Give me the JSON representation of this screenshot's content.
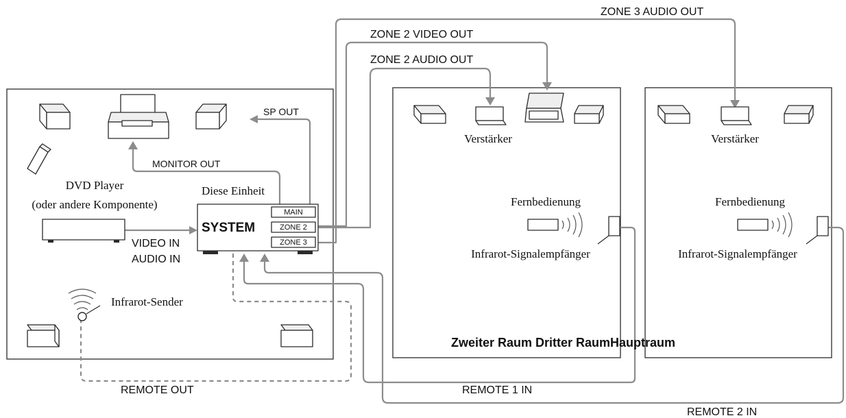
{
  "labels": {
    "zone3_audio_out": "ZONE 3 AUDIO OUT",
    "zone2_video_out": "ZONE 2 VIDEO OUT",
    "zone2_audio_out": "ZONE 2 AUDIO OUT",
    "sp_out": "SP OUT",
    "monitor_out": "MONITOR OUT",
    "video_in": "VIDEO IN",
    "audio_in": "AUDIO IN",
    "remote_out": "REMOTE OUT",
    "remote1_in": "REMOTE 1 IN",
    "remote2_in": "REMOTE 2 IN",
    "dvd_player": "DVD Player",
    "dvd_player_sub": "(oder andere Komponente)",
    "diese_einheit": "Diese Einheit",
    "ir_sender": "Infrarot-Sender",
    "system": "SYSTEM",
    "main": "MAIN",
    "zone2": "ZONE 2",
    "zone3": "ZONE 3"
  },
  "zone2_room": {
    "verstaerker": "Verstärker",
    "fernbedienung": "Fernbedienung",
    "ir_receiver": "Infrarot-Signalempfänger"
  },
  "zone3_room": {
    "verstaerker": "Verstärker",
    "fernbedienung": "Fernbedienung",
    "ir_receiver": "Infrarot-Signalempfänger"
  },
  "room_caption": "Zweiter Raum Dritter RaumHauptraum"
}
